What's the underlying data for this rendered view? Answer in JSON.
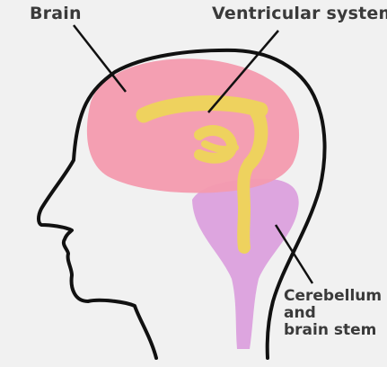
{
  "labels": {
    "brain": "Brain",
    "ventricular_system": "Ventricular system",
    "cerebellum_line1": "Cerebellum",
    "cerebellum_line2": "and",
    "cerebellum_line3": "brain stem"
  },
  "colors": {
    "background": "#f1f1f1",
    "head_outline": "#111111",
    "brain": "#f39aae",
    "ventricles": "#eed25e",
    "cerebellum_brainstem": "#dba0dd",
    "text": "#3a3a3a"
  }
}
